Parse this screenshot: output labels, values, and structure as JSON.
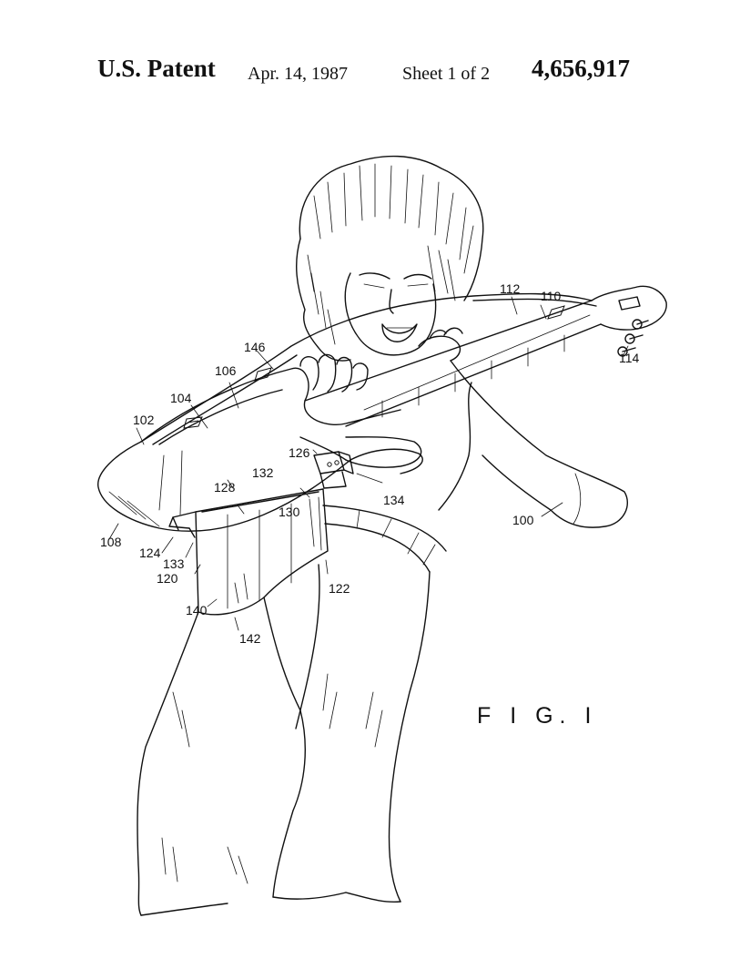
{
  "header": {
    "title": "U.S. Patent",
    "date": "Apr. 14, 1987",
    "sheet": "Sheet 1 of 2",
    "patent_number": "4,656,917"
  },
  "figure": {
    "label": "F I G. I",
    "reference_numerals": [
      "100",
      "102",
      "104",
      "106",
      "108",
      "110",
      "112",
      "114",
      "120",
      "122",
      "124",
      "126",
      "128",
      "130",
      "132",
      "133",
      "134",
      "140",
      "142",
      "146"
    ]
  },
  "colors": {
    "ink": "#111111",
    "paper": "#ffffff"
  }
}
